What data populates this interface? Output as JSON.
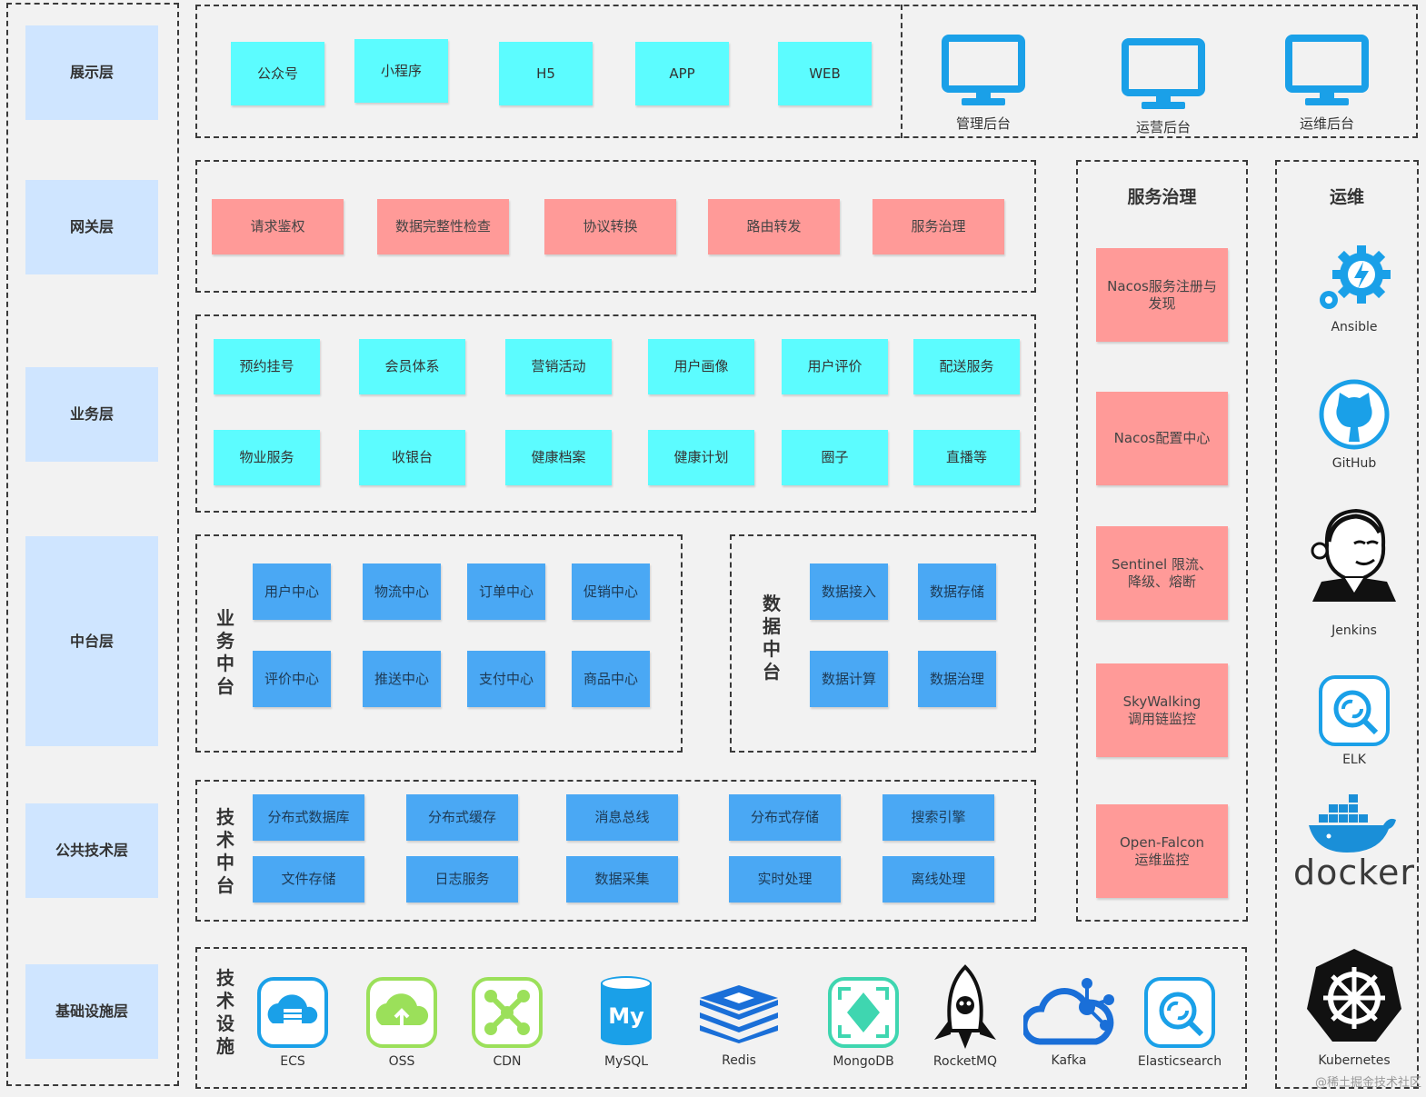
{
  "layers": [
    "展示层",
    "网关层",
    "业务层",
    "中台层",
    "公共技术层",
    "基础设施层"
  ],
  "presentation": {
    "channels": [
      "公众号",
      "小程序",
      "H5",
      "APP",
      "WEB"
    ],
    "consoles": [
      "管理后台",
      "运营后台",
      "运维后台"
    ]
  },
  "gateway": [
    "请求鉴权",
    "数据完整性检查",
    "协议转换",
    "路由转发",
    "服务治理"
  ],
  "business": {
    "row1": [
      "预约挂号",
      "会员体系",
      "营销活动",
      "用户画像",
      "用户评价",
      "配送服务"
    ],
    "row2": [
      "物业服务",
      "收银台",
      "健康档案",
      "健康计划",
      "圈子",
      "直播等"
    ]
  },
  "business_middle": {
    "label": "业务中台",
    "row1": [
      "用户中心",
      "物流中心",
      "订单中心",
      "促销中心"
    ],
    "row2": [
      "评价中心",
      "推送中心",
      "支付中心",
      "商品中心"
    ]
  },
  "data_middle": {
    "label": "数据中台",
    "row1": [
      "数据接入",
      "数据存储"
    ],
    "row2": [
      "数据计算",
      "数据治理"
    ]
  },
  "tech_middle": {
    "label": "技术中台",
    "row1": [
      "分布式数据库",
      "分布式缓存",
      "消息总线",
      "分布式存储",
      "搜索引擎"
    ],
    "row2": [
      "文件存储",
      "日志服务",
      "数据采集",
      "实时处理",
      "离线处理"
    ]
  },
  "infra": {
    "label": "技术设施",
    "items": [
      "ECS",
      "OSS",
      "CDN",
      "MySQL",
      "Redis",
      "MongoDB",
      "RocketMQ",
      "Kafka",
      "Elasticsearch"
    ]
  },
  "governance": {
    "title": "服务治理",
    "items": [
      "Nacos服务注册与\n发现",
      "Nacos配置中心",
      "Sentinel 限流、\n降级、熔断",
      "SkyWalking\n调用链监控",
      "Open-Falcon\n运维监控"
    ]
  },
  "ops": {
    "title": "运维",
    "items": [
      "Ansible",
      "GitHub",
      "Jenkins",
      "ELK",
      "docker",
      "Kubernetes"
    ]
  },
  "icon_names": [
    "monitor-icon",
    "ansible-icon",
    "github-icon",
    "jenkins-icon",
    "elk-icon",
    "docker-icon",
    "kubernetes-icon",
    "ecs-icon",
    "oss-icon",
    "cdn-icon",
    "mysql-icon",
    "redis-icon",
    "mongodb-icon",
    "rocketmq-icon",
    "kafka-icon",
    "elasticsearch-icon"
  ],
  "colors": {
    "layer": "#cfe5ff",
    "cyan": "#5cfcff",
    "pink": "#ff9a98",
    "blue": "#4aa8f4",
    "icon_blue": "#1aa0e8"
  },
  "watermark": "@稀土掘金技术社区"
}
